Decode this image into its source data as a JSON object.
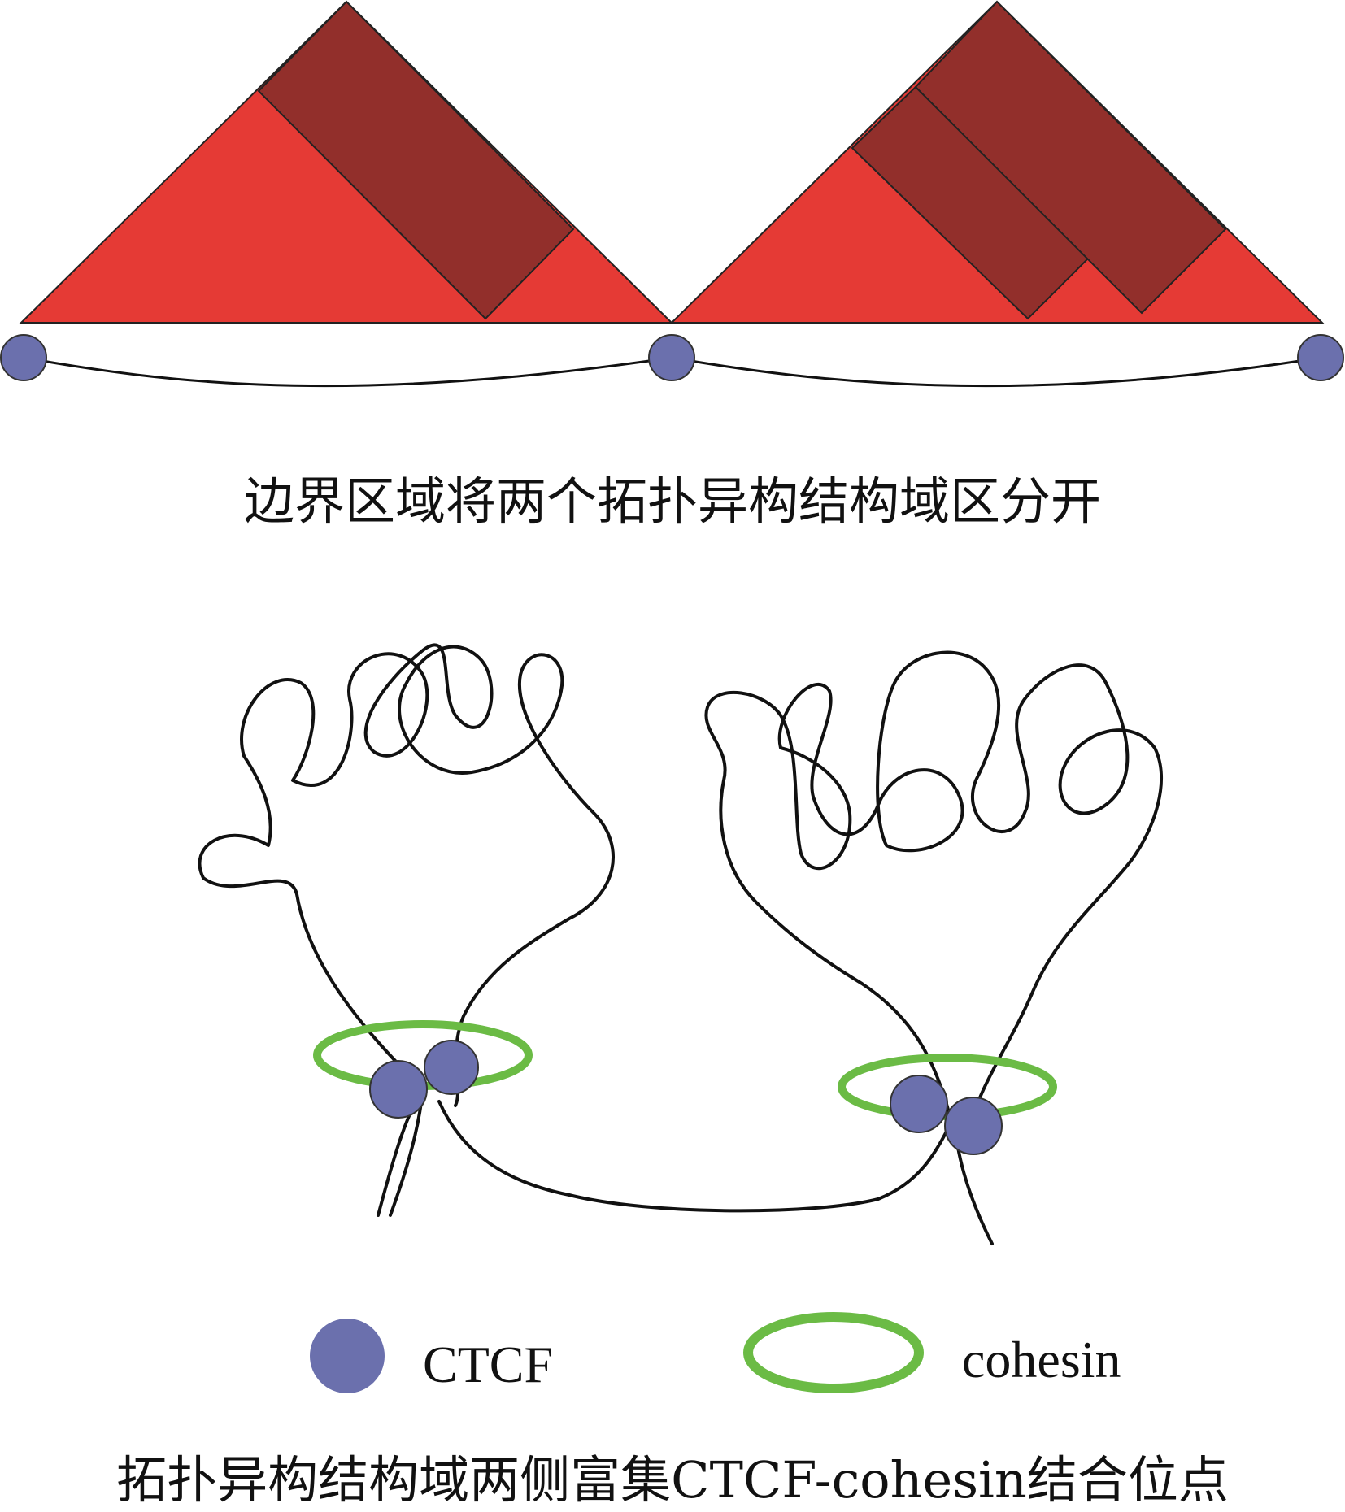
{
  "caption_top": "边界区域将两个拓扑异构结构域区分开",
  "caption_bottom": "拓扑异构结构域两侧富集CTCF-cohesin结合位点",
  "legend": {
    "ctcf_label": "CTCF",
    "cohesin_label": "cohesin"
  },
  "colors": {
    "domain_red": "#E53A35",
    "subdomain_dark": "#922F2B",
    "ctcf_blue": "#6B70AD",
    "cohesin_green": "#6BBB45",
    "chromatin_line": "#111111"
  }
}
